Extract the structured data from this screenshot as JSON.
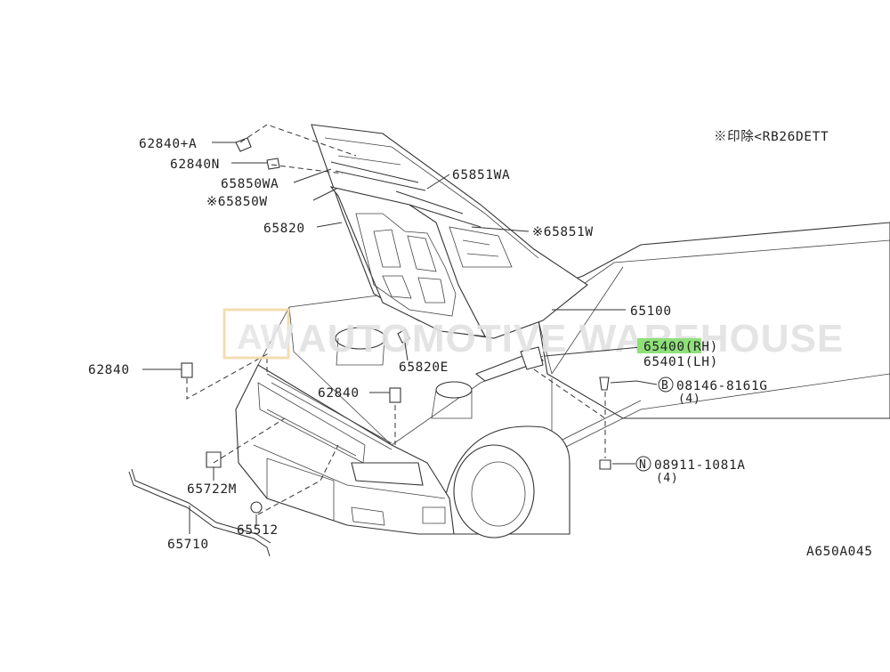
{
  "note": "※印除<RB26DETT",
  "diagram_code": "A650A045",
  "watermark": {
    "logo": "AW",
    "text": "AUTOMOTIVE WAREHOUSE"
  },
  "parts": {
    "p62840_a": "62840+A",
    "p62840n": "62840N",
    "p65850wa": "65850WA",
    "p65850w": "※65850W",
    "p65820": "65820",
    "p65851wa": "65851WA",
    "p65851w": "※65851W",
    "p65100": "65100",
    "p65400": "65400(RH)",
    "p65401": "65401(LH)",
    "p62840_left": "62840",
    "p65820e": "65820E",
    "p62840_mid": "62840",
    "p08146": "08146-8161G",
    "p08146_circle": "B",
    "p08146_qty": "(4)",
    "p08911": "08911-1081A",
    "p08911_circle": "N",
    "p08911_qty": "(4)",
    "p65722m": "65722M",
    "p65512": "65512",
    "p65710": "65710"
  },
  "colors": {
    "highlight": "#8fe07a",
    "line": "#333333"
  }
}
